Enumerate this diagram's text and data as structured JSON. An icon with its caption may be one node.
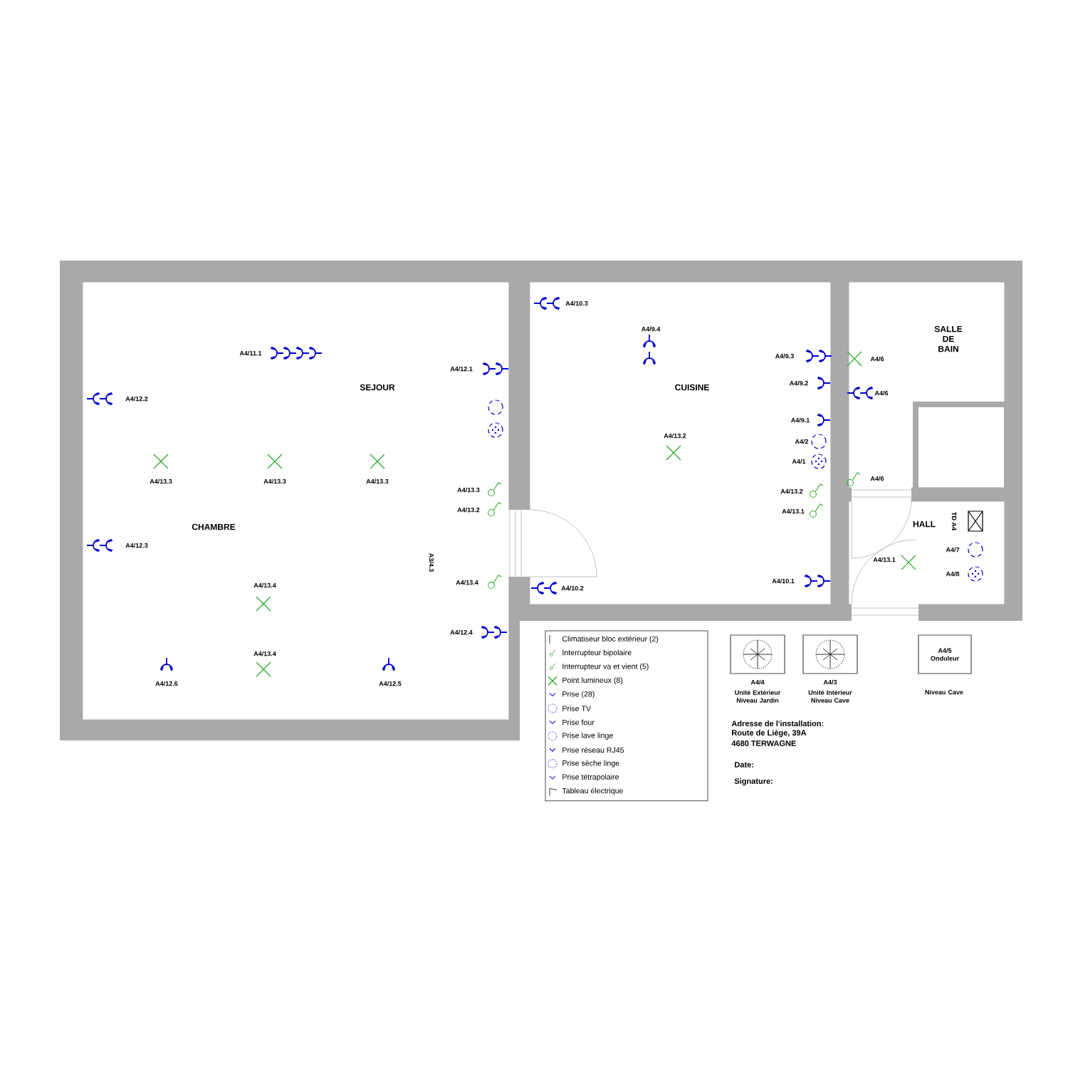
{
  "diagram": {
    "nodes": [
      {
        "text": [
          "SEJOUR",
          "CHAMBRE"
        ]
      },
      {
        "text": [
          "CUISINE"
        ]
      },
      {
        "text": [
          "SALLE DE BAIN"
        ]
      },
      {
        "text": [
          "HALL"
        ]
      },
      {
        "text": [],
        "shape": "box",
        "beside": [
          "A4/4",
          "Unité Extérieur Niveau Jardin"
        ]
      },
      {
        "text": [],
        "shape": "box",
        "beside": [
          "A4/3",
          "Unité Intérieur Niveau Cave"
        ]
      },
      {
        "text": [
          "A4/5 Onduleur"
        ],
        "beside": [
          "Niveau Cave"
        ]
      }
    ],
    "labels": [
      "A4/11.1",
      "A4/12.1",
      "A4/12.2",
      "A4/13.3",
      "A4/13.3",
      "A4/13.3",
      "A4/13.3",
      "A4/13.2",
      "A4/12.3",
      "A3/4.3",
      "A4/13.4",
      "A4/13.4",
      "A4/12.4",
      "A4/13.4",
      "A4/12.6",
      "A4/12.5",
      "A4/10.3",
      "A4/9.4",
      "A4/9.3",
      "A4/9.2",
      "A4/9.1",
      "A4/13.2",
      "A4/2",
      "A4/1",
      "A4/13.2",
      "A4/13.1",
      "A4/10.1",
      "A4/10.2",
      "A4/6",
      "A4/6",
      "A4/6",
      "TD A4",
      "A4/13.1",
      "A4/7",
      "A4/8",
      "Adresse de l'installation:",
      "Route de Liège, 39A",
      "4680 TERWAGNE",
      "Date:",
      "Signature:"
    ],
    "legend": [
      {
        "text": "Climatiseur bloc extérieur (2)"
      },
      {
        "text": "Interrupteur bipolaire"
      },
      {
        "text": "Interrupteur va et vient (5)"
      },
      {
        "text": "Point lumineux (8)"
      },
      {
        "text": "Prise (28)"
      },
      {
        "text": "Prise TV"
      },
      {
        "text": "Prise four"
      },
      {
        "text": "Prise lave linge"
      },
      {
        "text": "Prise réseau RJ45"
      },
      {
        "text": "Prise sèche linge"
      },
      {
        "text": "Prise tétrapolaire"
      },
      {
        "text": "Tableau électrique"
      }
    ]
  }
}
